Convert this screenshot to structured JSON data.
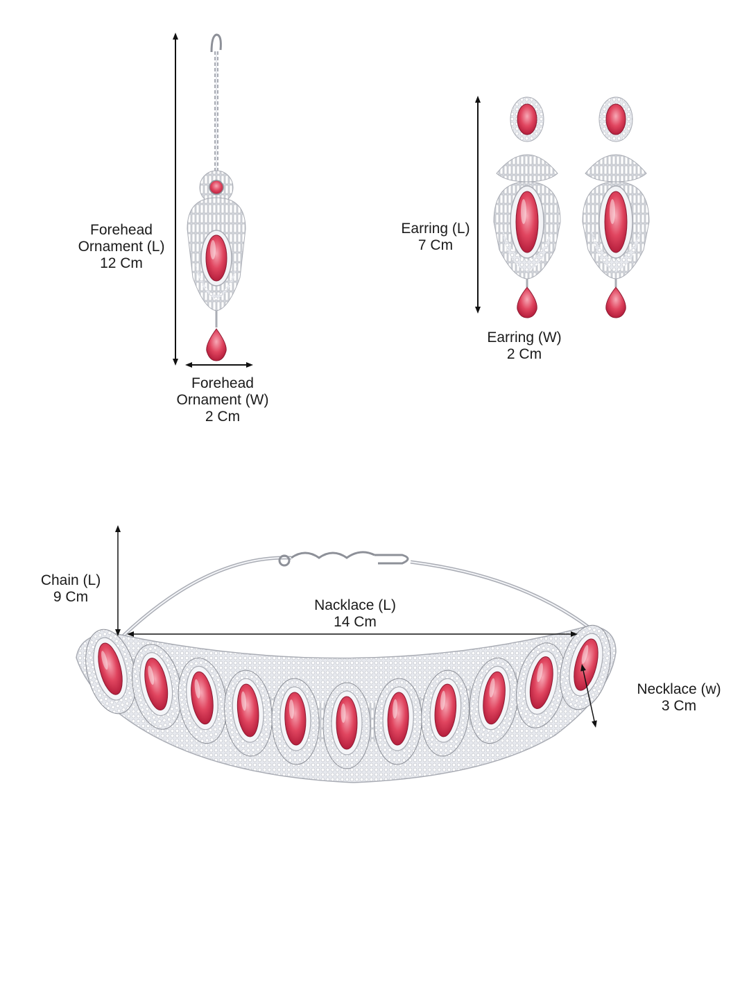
{
  "colors": {
    "background": "#ffffff",
    "stone": "#e0455f",
    "stone_dark": "#b51e3c",
    "stone_light": "#f7a9b6",
    "metal": "#c9ccd2",
    "metal_dark": "#8d9098",
    "crystal": "#f4f5f8",
    "text": "#1a1a1a"
  },
  "labels": {
    "forehead_length": {
      "line1": "Forehead",
      "line2": "Ornament (L)",
      "value": "12 Cm"
    },
    "forehead_width": {
      "line1": "Forehead",
      "line2": "Ornament (W)",
      "value": "2 Cm"
    },
    "earring_length": {
      "line1": "Earring (L)",
      "value": "7 Cm"
    },
    "earring_width": {
      "line1": "Earring (W)",
      "value": "2 Cm"
    },
    "chain_length": {
      "line1": "Chain (L)",
      "value": "9 Cm"
    },
    "necklace_length": {
      "line1": "Nacklace (L)",
      "value": "14 Cm"
    },
    "necklace_width": {
      "line1": "Necklace (w)",
      "value": "3 Cm"
    }
  },
  "icons": {
    "forehead_ornament": "maang-tikka-icon",
    "earrings": "drop-earring-icon",
    "necklace": "choker-necklace-icon",
    "arrows": "dimension-arrow-icon"
  }
}
